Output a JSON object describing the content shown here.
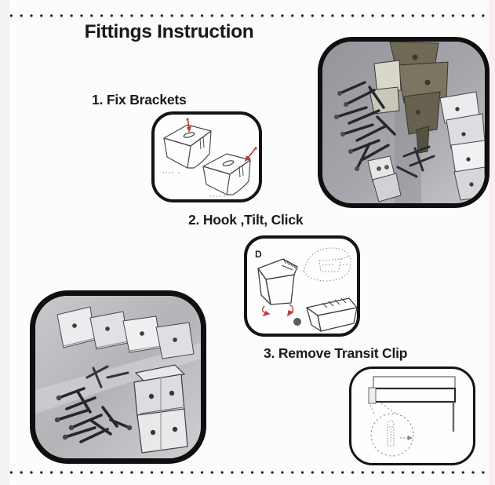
{
  "header": {
    "title": "Fittings Instruction"
  },
  "steps": [
    {
      "label": "1. Fix Brackets"
    },
    {
      "label": "2. Hook ,Tilt, Click",
      "marker": "D"
    },
    {
      "label": "3. Remove Transit Clip"
    }
  ],
  "colors": {
    "accent_red": "#bb3a31",
    "ink": "#1b1b1b",
    "frame_black": "#0f0f0f",
    "photo_gray": "#a2a2a8",
    "sketch_line": "#4a4a4a"
  }
}
